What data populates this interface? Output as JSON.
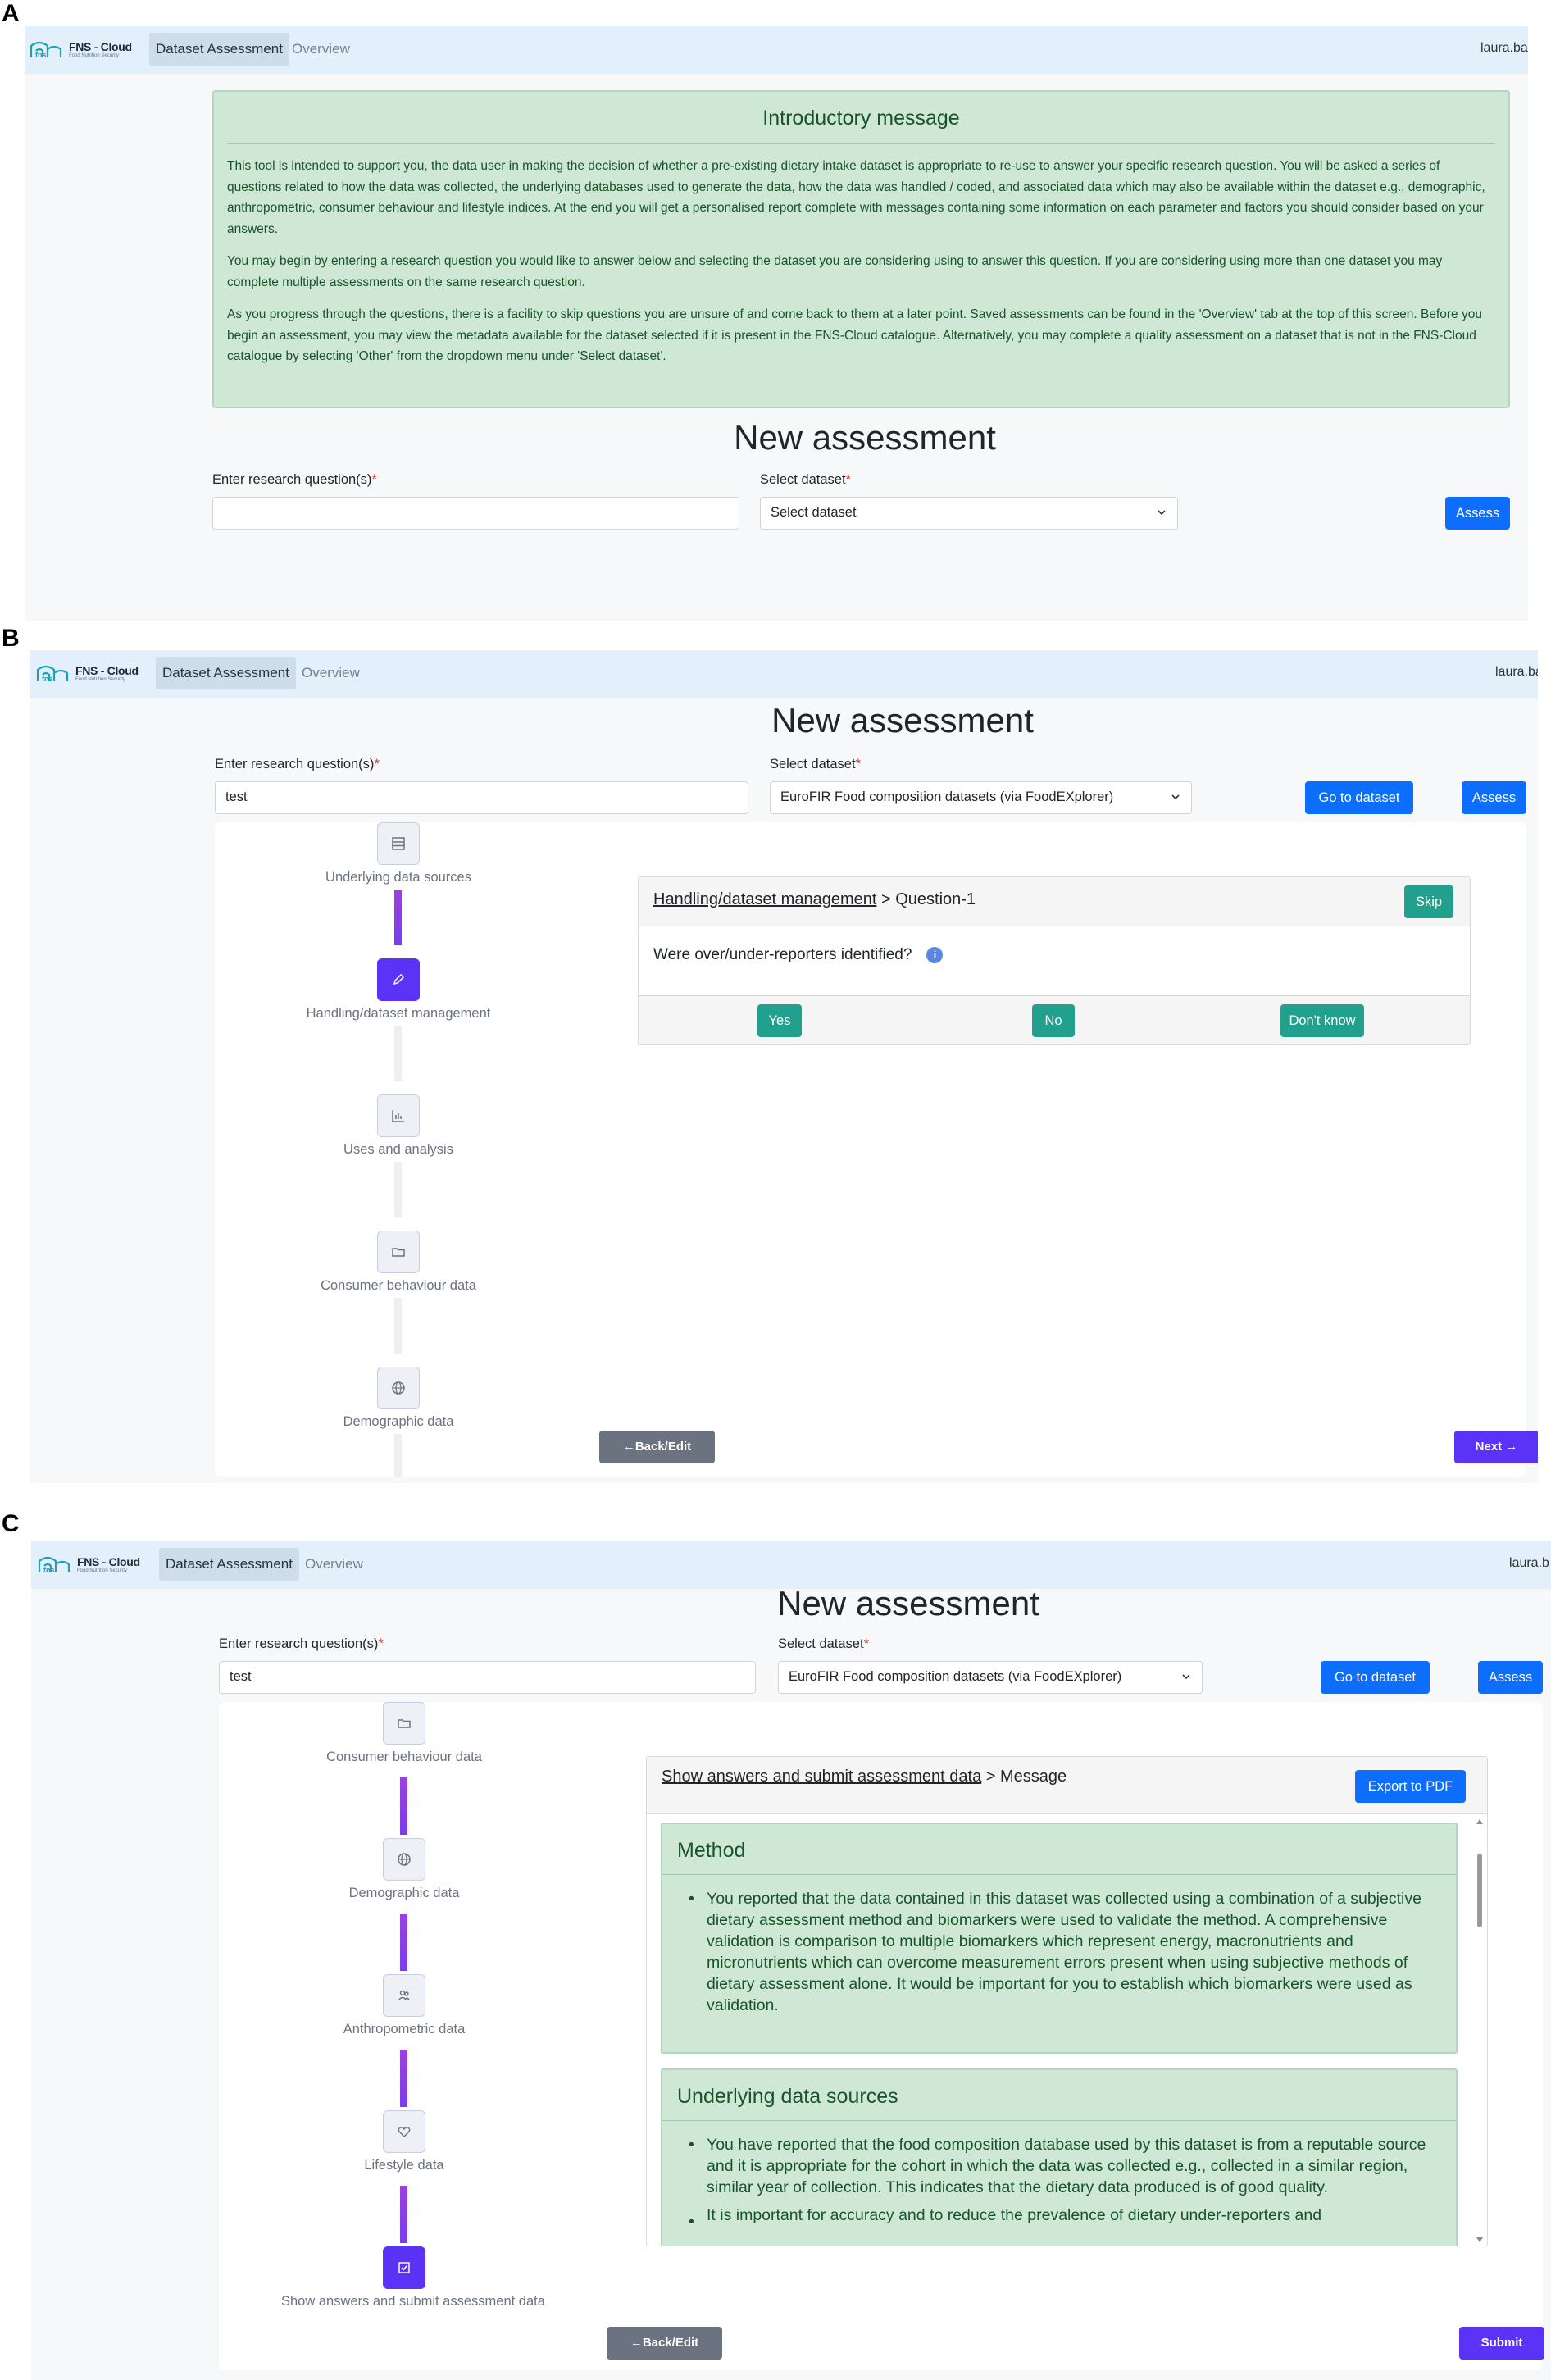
{
  "brand": {
    "name": "FNS - Cloud",
    "sub": "Food Nutrition Security"
  },
  "nav": {
    "tab_assessment": "Dataset Assessment",
    "tab_overview": "Overview",
    "user": "laura.ba",
    "user_c": "laura.b"
  },
  "panel_letters": {
    "a": "A",
    "b": "B",
    "c": "C"
  },
  "panel_a": {
    "intro_title": "Introductory message",
    "intro_p1": "This tool is intended to support you, the data user in making the decision of whether a pre-existing dietary intake dataset is appropriate to re-use to answer your specific research question. You will be asked a series of questions related to how the data was collected, the underlying databases used to generate the data, how the data was handled / coded, and associated data which may also be available within the dataset e.g., demographic, anthropometric, consumer behaviour and lifestyle indices. At the end you will get a personalised report complete with messages containing some information on each parameter and factors you should consider based on your answers.",
    "intro_p2": "You may begin by entering a research question you would like to answer below and selecting the dataset you are considering using to answer this question. If you are considering using more than one dataset you may complete multiple assessments on the same research question.",
    "intro_p3": "As you progress through the questions, there is a facility to skip questions you are unsure of and come back to them at a later point. Saved assessments can be found in the 'Overview' tab at the top of this screen. Before you begin an assessment, you may view the metadata available for the dataset selected if it is present in the FNS-Cloud catalogue. Alternatively, you may complete a quality assessment on a dataset that is not in the FNS-Cloud catalogue by selecting 'Other' from the dropdown menu under 'Select dataset'.",
    "heading": "New assessment",
    "rq_label": "Enter research question(s)",
    "rq_value": "",
    "ds_label": "Select dataset",
    "ds_value": "Select dataset",
    "assess": "Assess"
  },
  "panel_b": {
    "heading": "New assessment",
    "rq_label": "Enter research question(s)",
    "rq_value": "test",
    "ds_label": "Select dataset",
    "ds_value": "EuroFIR Food composition datasets (via FoodEXplorer)",
    "go": "Go to dataset",
    "assess": "Assess",
    "steps": [
      "Underlying data sources",
      "Handling/dataset management",
      "Uses and analysis",
      "Consumer behaviour data",
      "Demographic data"
    ],
    "crumb_link": "Handling/dataset management",
    "crumb_rest": "> Question-1",
    "skip": "Skip",
    "question": "Were over/under-reporters identified?",
    "info": "i",
    "yes": "Yes",
    "no": "No",
    "dontknow": "Don't know",
    "back": "Back/Edit",
    "next": "Next"
  },
  "panel_c": {
    "heading": "New assessment",
    "rq_label": "Enter research question(s)",
    "rq_value": "test",
    "ds_label": "Select dataset",
    "ds_value": "EuroFIR Food composition datasets (via FoodEXplorer)",
    "go": "Go to dataset",
    "assess": "Assess",
    "steps": [
      "Consumer behaviour data",
      "Demographic data",
      "Anthropometric data",
      "Lifestyle data",
      "Show answers and submit assessment data"
    ],
    "crumb_link": "Show answers and submit assessment data",
    "crumb_rest": "> Message",
    "export": "Export to PDF",
    "msg1_title": "Method",
    "msg1_body": "You reported that the data contained in this dataset was collected using a combination of a subjective dietary assessment method and biomarkers were used to validate the method. A comprehensive validation is comparison to multiple biomarkers which represent energy, macronutrients and micronutrients which can overcome measurement errors present when using subjective methods of dietary assessment alone. It would be important for you to establish which biomarkers were used as validation.",
    "msg2_title": "Underlying data sources",
    "msg2_body": "You have reported that the food composition database used by this dataset is from a reputable source and it is appropriate for the cohort in which the data was collected e.g., collected in a similar region, similar year of collection. This indicates that the dietary data produced is of good quality.",
    "msg2_more": "It is important for accuracy and to reduce the prevalence of dietary under-reporters and",
    "back": "Back/Edit",
    "submit": "Submit"
  }
}
